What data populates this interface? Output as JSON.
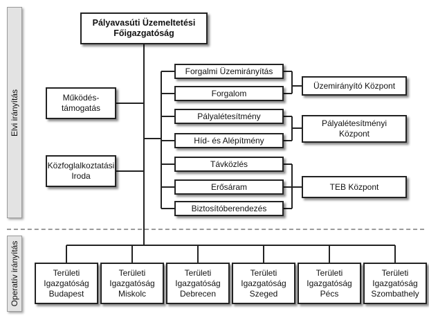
{
  "top": {
    "line1": "Pályavasúti Üzemeltetési",
    "line2": "Főigazgatóság"
  },
  "bands": {
    "elvi": "Elvi  irányítás",
    "operativ": "Operatív irányítás"
  },
  "left_boxes": {
    "mukodes": "Működés-\ntámogatás",
    "kozfog": "Közfoglalkoztatási\nIroda"
  },
  "middle_boxes": [
    "Forgalmi Üzemirányítás",
    "Forgalom",
    "Pályalétesítmény",
    "Híd- és Alépítmény",
    "Távközlés",
    "Erősáram",
    "Biztosítóberendezés"
  ],
  "right_boxes": {
    "uzemir": "Üzemirányító Központ",
    "palya": "Pályalétesítményi\nKözpont",
    "teb": "TEB Központ"
  },
  "regional": [
    {
      "t1": "Területi",
      "t2": "Igazgatóság",
      "city": "Budapest"
    },
    {
      "t1": "Területi",
      "t2": "Igazgatóság",
      "city": "Miskolc"
    },
    {
      "t1": "Területi",
      "t2": "Igazgatóság",
      "city": "Debrecen"
    },
    {
      "t1": "Területi",
      "t2": "Igazgatóság",
      "city": "Szeged"
    },
    {
      "t1": "Területi",
      "t2": "Igazgatóság",
      "city": "Pécs"
    },
    {
      "t1": "Területi",
      "t2": "Igazgatóság",
      "city": "Szombathely"
    }
  ],
  "colors": {
    "line": "#222222",
    "band": "#e3e3e3",
    "divider": "#9a9a9a"
  }
}
